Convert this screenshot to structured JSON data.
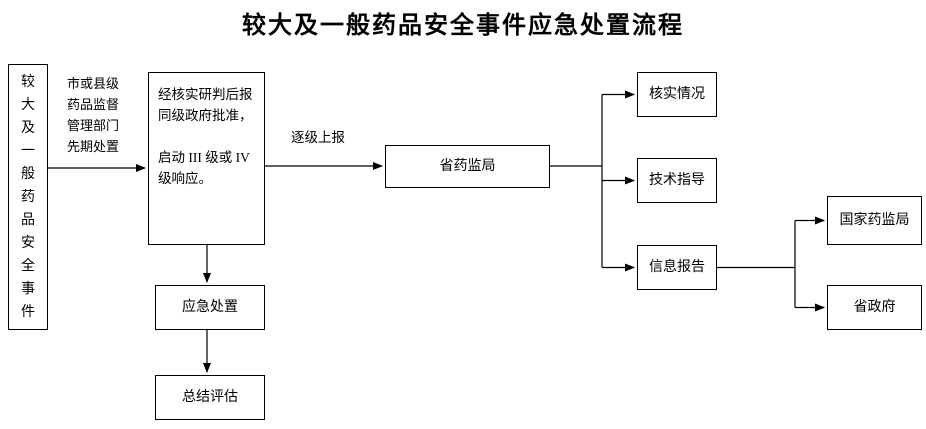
{
  "title": "较大及一般药品安全事件应急处置流程",
  "nodes": {
    "event": "较\n大\n及\n一\n般\n药\n品\n安\n全\n事\n件",
    "verify_activate": "经核实研判后报\n同级政府批准，\n\n启动 III 级或 IV\n级响应。",
    "provincial_bureau": "省药监局",
    "verify_situation": "核实情况",
    "technical_guidance": "技术指导",
    "info_report": "信息报告",
    "national_bureau": "国家药监局",
    "provincial_gov": "省政府",
    "emergency_handling": "应急处置",
    "summary_evaluation": "总结评估"
  },
  "labels": {
    "initial_handling": "市或县级\n药品监督\n管理部门\n先期处置",
    "report_up": "逐级上报"
  },
  "colors": {
    "line": "#000000",
    "background": "#ffffff",
    "text": "#000000"
  }
}
